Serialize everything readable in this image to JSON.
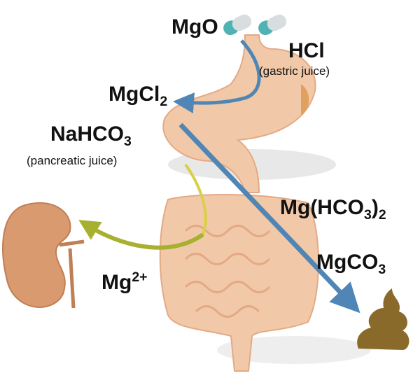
{
  "labels": {
    "mgo": "MgO",
    "hcl": "HCl",
    "hcl_note": "(gastric juice)",
    "mgcl2_base": "MgCl",
    "mgcl2_sub": "2",
    "nahco3_base": "NaHCO",
    "nahco3_sub": "3",
    "nahco3_note": "(pancreatic juice)",
    "mghco3_base": "Mg(HCO",
    "mghco3_sub": "3",
    "mghco3_close": ")",
    "mghco3_sub2": "2",
    "mgco3_base": "MgCO",
    "mgco3_sub": "3",
    "mg_ion_base": "Mg",
    "mg_ion_sup": "2+"
  },
  "colors": {
    "organ": "#f2c9a8",
    "organ_dark": "#e4a985",
    "blue_arrow": "#4f86b6",
    "yellow_arrow": "#d8d048",
    "kidney": "#d99a70",
    "pill_teal": "#4fb3b3",
    "pill_gray": "#d8dde0",
    "stool": "#8a6a2a"
  }
}
